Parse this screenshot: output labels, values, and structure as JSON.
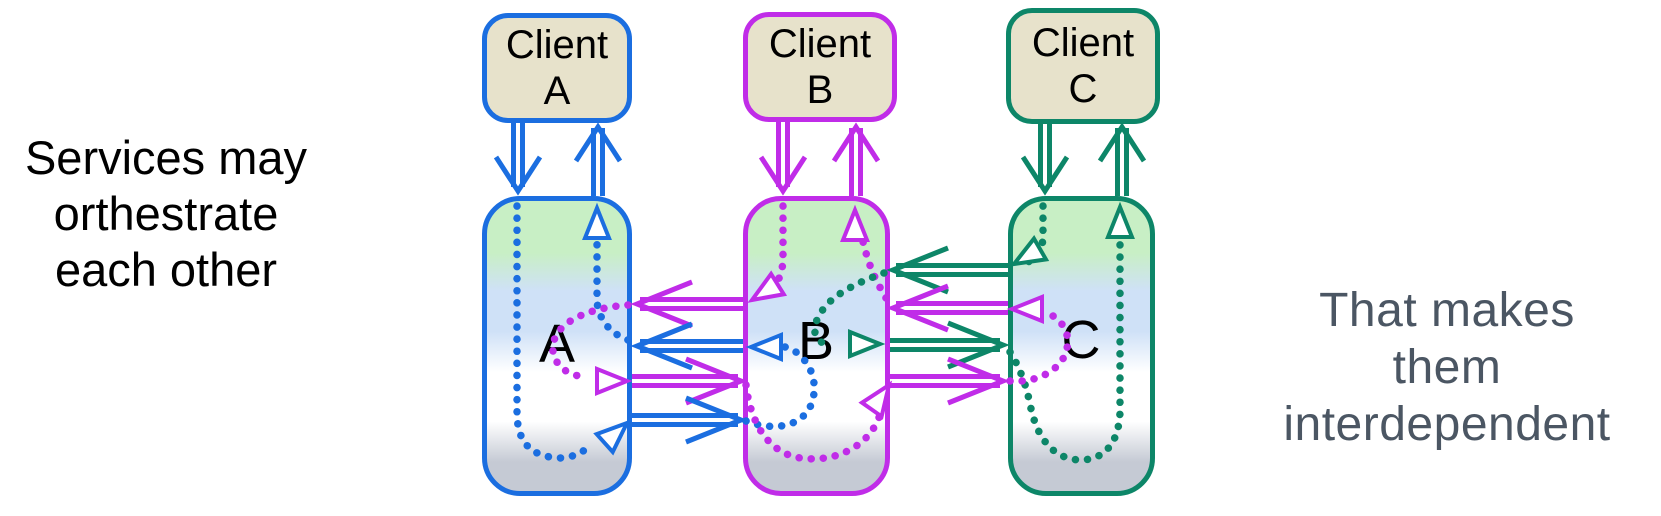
{
  "captions": {
    "left": "Services may\northestrate\neach other",
    "right": "That makes\nthem\ninterdependent"
  },
  "clients": [
    {
      "label": "Client\nA"
    },
    {
      "label": "Client\nB"
    },
    {
      "label": "Client\nC"
    }
  ],
  "services": [
    {
      "label": "A"
    },
    {
      "label": "B"
    },
    {
      "label": "C"
    }
  ],
  "colors": {
    "service_a": "#1b6ee0",
    "service_b": "#c02ce8",
    "service_c": "#0d8668",
    "client_fill": "#e7e2cb",
    "grad_green": "#c8efc5",
    "grad_blue": "#cfe1f7",
    "grad_gray": "#c5cad4",
    "left_text": "#000000",
    "right_text": "#4b5663"
  }
}
